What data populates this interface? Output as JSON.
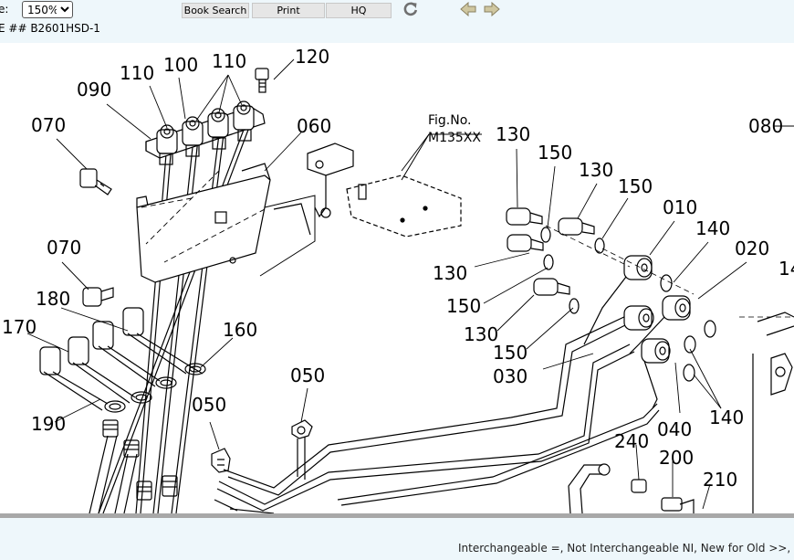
{
  "toolbar": {
    "zoom_label": "e:",
    "zoom_value": "150%",
    "zoom_options": [
      "150%"
    ],
    "book_search_label": "Book Search",
    "print_label": "Print",
    "hq_label": "HQ"
  },
  "breadcrumb": "E ## B2601HSD-1",
  "diagram": {
    "figure_ref": [
      "Fig.No.",
      "M135XX"
    ],
    "callouts": {
      "c010": "010",
      "c020": "020",
      "c030": "030",
      "c040": "040",
      "c050a": "050",
      "c050b": "050",
      "c060": "060",
      "c070a": "070",
      "c070b": "070",
      "c080": "080",
      "c090": "090",
      "c100": "100",
      "c110a": "110",
      "c110b": "110",
      "c120": "120",
      "c130a": "130",
      "c130b": "130",
      "c130c": "130",
      "c130d": "130",
      "c140a": "140",
      "c140b": "140",
      "c140c": "14",
      "c150a": "150",
      "c150b": "150",
      "c150c": "150",
      "c150d": "150",
      "c160": "160",
      "c170": "170",
      "c180": "180",
      "c190": "190",
      "c200": "200",
      "c210": "210",
      "c240": "240"
    }
  },
  "status": {
    "legend": "Interchangeable =, Not Interchangeable NI, New for Old >>, Old"
  }
}
